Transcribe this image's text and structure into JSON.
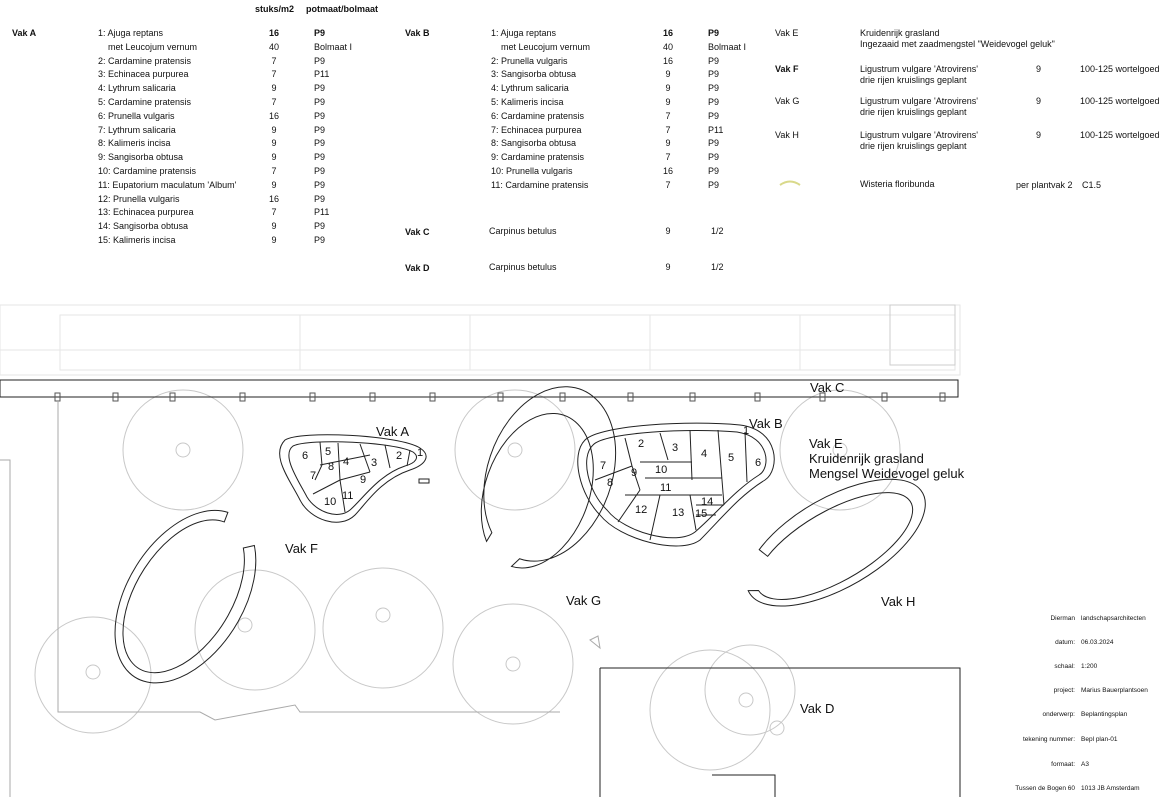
{
  "legend": {
    "col_stuks": "stuks/m2",
    "col_pot": "potmaat/bolmaat",
    "vak_a": {
      "title": "Vak A",
      "rows": [
        {
          "plant": "1: Ajuga reptans",
          "stuks": "16",
          "pot": "P9",
          "bold": true
        },
        {
          "plant": "met Leucojum vernum",
          "stuks": "40",
          "pot": "Bolmaat I"
        },
        {
          "plant": "2: Cardamine pratensis",
          "stuks": "7",
          "pot": "P9"
        },
        {
          "plant": "3: Echinacea purpurea",
          "stuks": "7",
          "pot": "P11"
        },
        {
          "plant": "4: Lythrum salicaria",
          "stuks": "9",
          "pot": "P9"
        },
        {
          "plant": "5: Cardamine pratensis",
          "stuks": "7",
          "pot": "P9"
        },
        {
          "plant": "6: Prunella vulgaris",
          "stuks": "16",
          "pot": "P9"
        },
        {
          "plant": "7: Lythrum salicaria",
          "stuks": "9",
          "pot": "P9"
        },
        {
          "plant": "8: Kalimeris incisa",
          "stuks": "9",
          "pot": "P9"
        },
        {
          "plant": "9: Sangisorba obtusa",
          "stuks": "9",
          "pot": "P9"
        },
        {
          "plant": "10: Cardamine pratensis",
          "stuks": "7",
          "pot": "P9"
        },
        {
          "plant": "11: Eupatorium maculatum 'Album'",
          "stuks": "9",
          "pot": "P9"
        },
        {
          "plant": "12: Prunella vulgaris",
          "stuks": "16",
          "pot": "P9"
        },
        {
          "plant": "13: Echinacea purpurea",
          "stuks": "7",
          "pot": "P11"
        },
        {
          "plant": "14: Sangisorba obtusa",
          "stuks": "9",
          "pot": "P9"
        },
        {
          "plant": "15: Kalimeris incisa",
          "stuks": "9",
          "pot": "P9"
        }
      ]
    },
    "vak_b": {
      "title": "Vak B",
      "rows": [
        {
          "plant": "1: Ajuga reptans",
          "stuks": "16",
          "pot": "P9",
          "bold": true
        },
        {
          "plant": "met Leucojum vernum",
          "stuks": "40",
          "pot": "Bolmaat I"
        },
        {
          "plant": "2: Prunella vulgaris",
          "stuks": "16",
          "pot": "P9"
        },
        {
          "plant": "3: Sangisorba obtusa",
          "stuks": "9",
          "pot": "P9"
        },
        {
          "plant": "4: Lythrum salicaria",
          "stuks": "9",
          "pot": "P9"
        },
        {
          "plant": "5: Kalimeris incisa",
          "stuks": "9",
          "pot": "P9"
        },
        {
          "plant": "6: Cardamine pratensis",
          "stuks": "7",
          "pot": "P9"
        },
        {
          "plant": "7: Echinacea purpurea",
          "stuks": "7",
          "pot": "P11"
        },
        {
          "plant": "8: Sangisorba obtusa",
          "stuks": "9",
          "pot": "P9"
        },
        {
          "plant": "9: Cardamine pratensis",
          "stuks": "7",
          "pot": "P9"
        },
        {
          "plant": "10: Prunella vulgaris",
          "stuks": "16",
          "pot": "P9"
        },
        {
          "plant": "11: Cardamine pratensis",
          "stuks": "7",
          "pot": "P9"
        }
      ]
    },
    "vak_c": {
      "title": "Vak C",
      "plant": "Carpinus betulus",
      "stuks": "9",
      "pot": "1/2"
    },
    "vak_d": {
      "title": "Vak D",
      "plant": "Carpinus betulus",
      "stuks": "9",
      "pot": "1/2"
    },
    "vak_e": {
      "title": "Vak E",
      "line1": "Kruidenrijk grasland",
      "line2": "Ingezaaid met zaadmengstel \"Weidevogel geluk\""
    },
    "vak_f": {
      "title": "Vak F",
      "line1": "Ligustrum vulgare 'Atrovirens'",
      "line2": "drie rijen kruislings geplant",
      "stuks": "9",
      "maat": "100-125 wortelgoed"
    },
    "vak_g": {
      "title": "Vak G",
      "line1": "Ligustrum vulgare 'Atrovirens'",
      "line2": "drie rijen kruislings geplant",
      "stuks": "9",
      "maat": "100-125 wortelgoed"
    },
    "vak_h": {
      "title": "Vak H",
      "line1": "Ligustrum vulgare 'Atrovirens'",
      "line2": "drie rijen kruislings geplant",
      "stuks": "9",
      "maat": "100-125 wortelgoed"
    },
    "wisteria": {
      "plant": "Wisteria floribunda",
      "aantal": "per plantvak 2",
      "maat": "C1.5",
      "symbol_color": "#d9d98a"
    }
  },
  "plan": {
    "labels": {
      "vak_a": "Vak A",
      "vak_b": "Vak B",
      "vak_c": "Vak C",
      "vak_d": "Vak D",
      "vak_e": "Vak E",
      "vak_e_line1": "Kruidenrijk grasland",
      "vak_e_line2": "Mengsel Weidevogel geluk",
      "vak_f": "Vak F",
      "vak_g": "Vak G",
      "vak_h": "Vak H"
    },
    "vak_a_numbers": [
      "1",
      "2",
      "3",
      "4",
      "5",
      "6",
      "7",
      "8",
      "9",
      "10",
      "11"
    ],
    "vak_b_numbers": [
      "1",
      "2",
      "3",
      "4",
      "5",
      "6",
      "7",
      "8",
      "9",
      "10",
      "11",
      "12",
      "13",
      "14",
      "15"
    ],
    "line_color": "#222222",
    "tree_color": "#c8c8c8"
  },
  "title_block": {
    "rows": [
      {
        "label": "Dierman",
        "value": "landschapsarchitecten"
      },
      {
        "label": "datum:",
        "value": "06.03.2024"
      },
      {
        "label": "schaal:",
        "value": "1:200"
      },
      {
        "label": "project:",
        "value": "Marius Bauerplantsoen"
      },
      {
        "label": "onderwerp:",
        "value": "Beplantingsplan"
      },
      {
        "label": "tekening nummer:",
        "value": "Bepl plan-01"
      },
      {
        "label": "formaat:",
        "value": "A3"
      },
      {
        "label": "Tussen de Bogen 60",
        "value": "1013 JB Amsterdam"
      }
    ]
  }
}
